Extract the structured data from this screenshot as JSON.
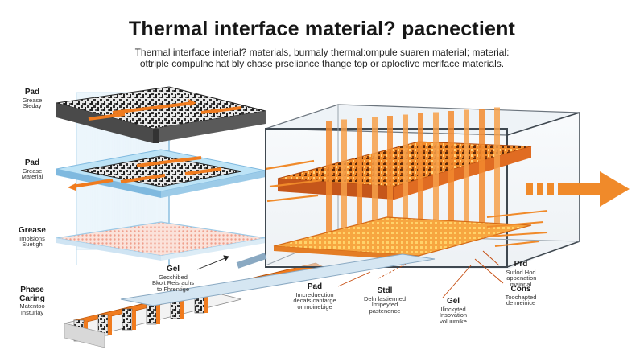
{
  "title": "Thermal interface material? pacnectient",
  "subtitle_lines": [
    "Thermal interface interial? materials, burmaly thermal:ompule suaren material; material:",
    "ottriple compulnc hat bly chase prseliance thange top or aploctive meriface materials."
  ],
  "labels": {
    "pad_top": {
      "head": "Pad",
      "sub": [
        "Grease",
        "Sieday"
      ]
    },
    "pad_mid": {
      "head": "Pad",
      "sub": [
        "Grease",
        "Material"
      ]
    },
    "grease": {
      "head": "Grease",
      "sub": [
        "Imoisions",
        "Suetigh"
      ]
    },
    "gel_left": {
      "head": "Gel",
      "sub": [
        "Gecchibed",
        "Bkolt Reisrachs",
        "to Fhrentige"
      ]
    },
    "phase": {
      "head": "Phase",
      "head2": "Caring",
      "sub": [
        "Matentoo",
        "Insturiay"
      ]
    },
    "pad_bottom": {
      "head": "Pad",
      "sub": [
        "Imcreduection",
        "decats cantarge",
        "or moinebige"
      ]
    },
    "stdl": {
      "head": "Stdl",
      "sub": [
        "Deln lastiermed",
        "Imipeyted",
        "pastenence"
      ]
    },
    "gel_bottom": {
      "head": "Gel",
      "sub": [
        "Ilinckyted",
        "Insovation",
        "voluumike"
      ]
    },
    "prd": {
      "head": "Prd",
      "sub": [
        "Sutlod Hod",
        "lappenation",
        "mainrial"
      ]
    },
    "cons": {
      "head": "Cons",
      "sub": [
        "Toochapted",
        "de meinice"
      ]
    }
  },
  "colors": {
    "accent_orange": "#f07b1e",
    "arrow_orange": "#f08a2a",
    "glass_blue": "#8fc3e6",
    "grease_pink": "#f6c4b8",
    "dark_pattern": "#2b2b2b"
  }
}
